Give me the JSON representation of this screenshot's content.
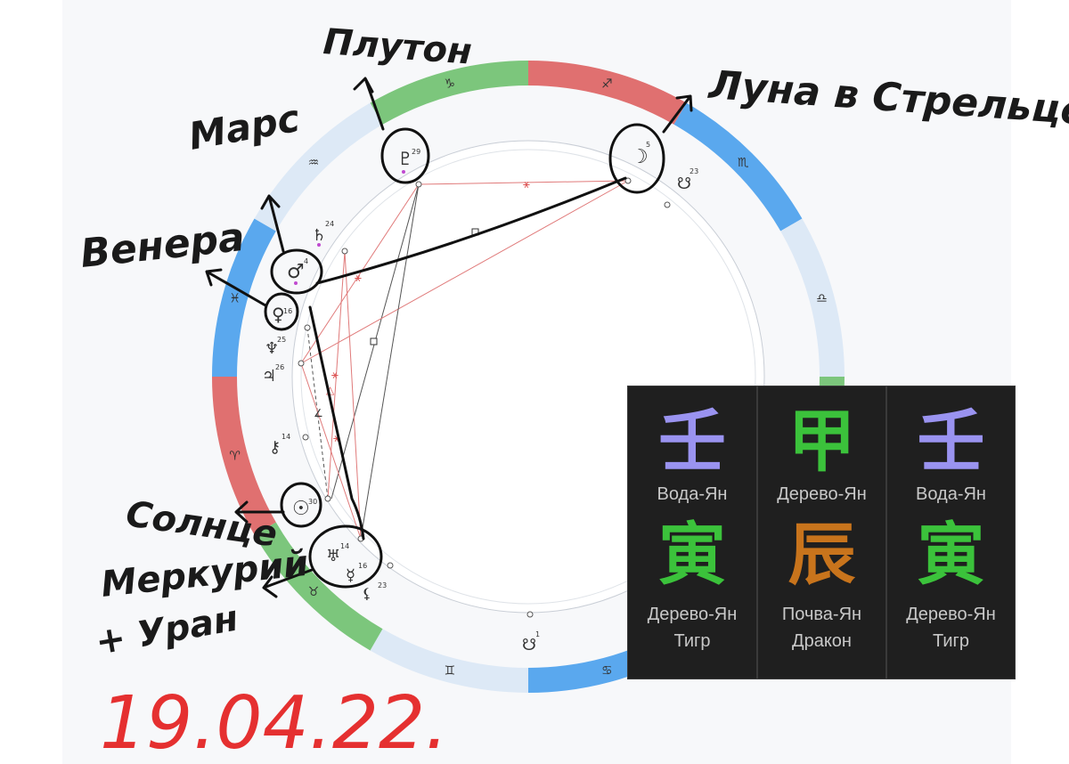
{
  "annotations": {
    "pluto": "Плутон",
    "moon": "Луна в Стрельце",
    "mars": "Марс",
    "venus": "Венера",
    "sun": "Солнце",
    "mercury": "Меркурий",
    "uranus": "+ Уран",
    "date": "19.04.22."
  },
  "chart": {
    "zodiac_signs": [
      "♑",
      "♐",
      "♏",
      "♎",
      "♍",
      "♌",
      "♋",
      "♊",
      "♉",
      "♈",
      "♓",
      "♒"
    ],
    "planets": {
      "pluto": {
        "glyph": "♇",
        "degree": "29"
      },
      "moon": {
        "glyph": "☽",
        "degree": "5"
      },
      "node": {
        "glyph": "☋",
        "degree": "23"
      },
      "saturn": {
        "glyph": "♄",
        "degree": "24"
      },
      "mars": {
        "glyph": "♂",
        "degree": "4"
      },
      "venus": {
        "glyph": "♀",
        "degree": "16"
      },
      "neptune": {
        "glyph": "♆",
        "degree": "25"
      },
      "jupiter": {
        "glyph": "♃",
        "degree": "26"
      },
      "chiron": {
        "glyph": "⚷",
        "degree": "14"
      },
      "sun": {
        "glyph": "☉",
        "degree": "30"
      },
      "uranus": {
        "glyph": "♅",
        "degree": "14"
      },
      "mercury": {
        "glyph": "☿",
        "degree": "16"
      },
      "lilith": {
        "glyph": "⚸",
        "degree": "23"
      },
      "south_node": {
        "glyph": "☋",
        "degree": "1"
      }
    }
  },
  "bazi": [
    {
      "stem": "壬",
      "stem_element": "Вода-Ян",
      "stem_color": "#9a93f0",
      "branch": "寅",
      "branch_element": "Дерево-Ян",
      "branch_animal": "Тигр",
      "branch_color": "#3bc23b"
    },
    {
      "stem": "甲",
      "stem_element": "Дерево-Ян",
      "stem_color": "#3bc23b",
      "branch": "辰",
      "branch_element": "Почва-Ян",
      "branch_animal": "Дракон",
      "branch_color": "#c8741c"
    },
    {
      "stem": "壬",
      "stem_element": "Вода-Ян",
      "stem_color": "#9a93f0",
      "branch": "寅",
      "branch_element": "Дерево-Ян",
      "branch_animal": "Тигр",
      "branch_color": "#3bc23b"
    }
  ],
  "colors": {
    "earth": "#7cc67c",
    "fire": "#e07070",
    "water": "#5aa8ee",
    "air": "#dde9f6",
    "annotation_red": "#e53030"
  }
}
